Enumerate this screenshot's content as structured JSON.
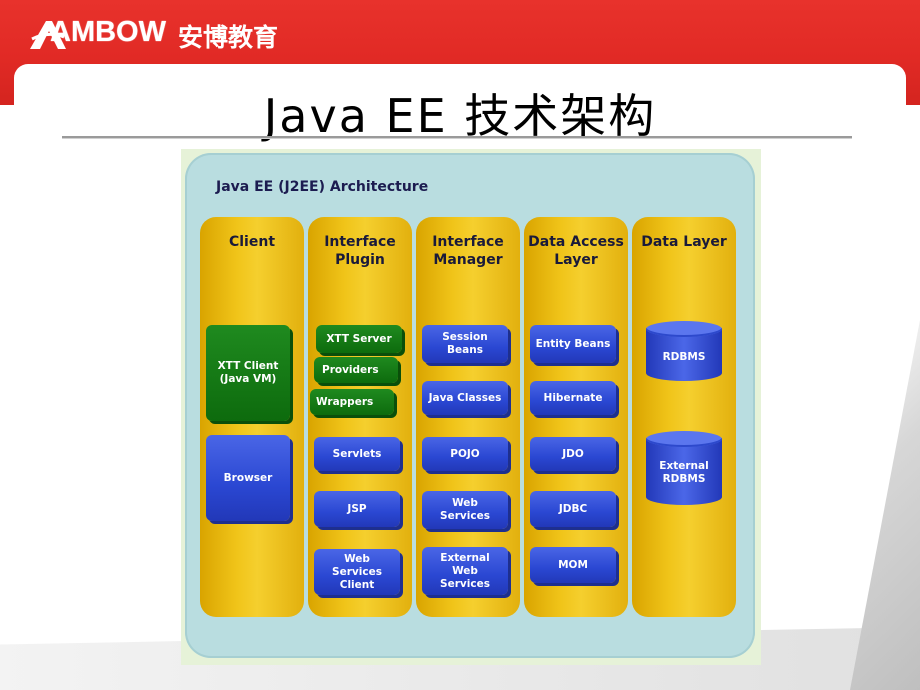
{
  "header": {
    "logo_text": "AMBOW",
    "logo_cn": "安博教育"
  },
  "slide": {
    "title": "Java EE 技术架构"
  },
  "colors": {
    "header_red": "#e12a25",
    "column_gold": "#f0c419",
    "box_blue": "#2a47d2",
    "box_green": "#0d6b0d",
    "diagram_bg": "#b9dde0"
  },
  "diagram": {
    "title": "Java EE (J2EE) Architecture",
    "columns": [
      {
        "label": "Client",
        "green_boxes": [
          "XTT Client\n(Java VM)"
        ],
        "blue_boxes": [
          "Browser"
        ]
      },
      {
        "label": "Interface\nPlugin",
        "green_stack": [
          "XTT Server",
          "Providers",
          "Wrappers"
        ],
        "blue_boxes": [
          "Servlets",
          "JSP",
          "Web\nServices\nClient"
        ]
      },
      {
        "label": "Interface\nManager",
        "blue_boxes": [
          "Session\nBeans",
          "Java Classes",
          "POJO",
          "Web\nServices",
          "External\nWeb\nServices"
        ]
      },
      {
        "label": "Data Access\nLayer",
        "blue_boxes": [
          "Entity Beans",
          "Hibernate",
          "JDO",
          "JDBC",
          "MOM"
        ]
      },
      {
        "label": "Data Layer",
        "databases": [
          "RDBMS",
          "External\nRDBMS"
        ]
      }
    ]
  }
}
